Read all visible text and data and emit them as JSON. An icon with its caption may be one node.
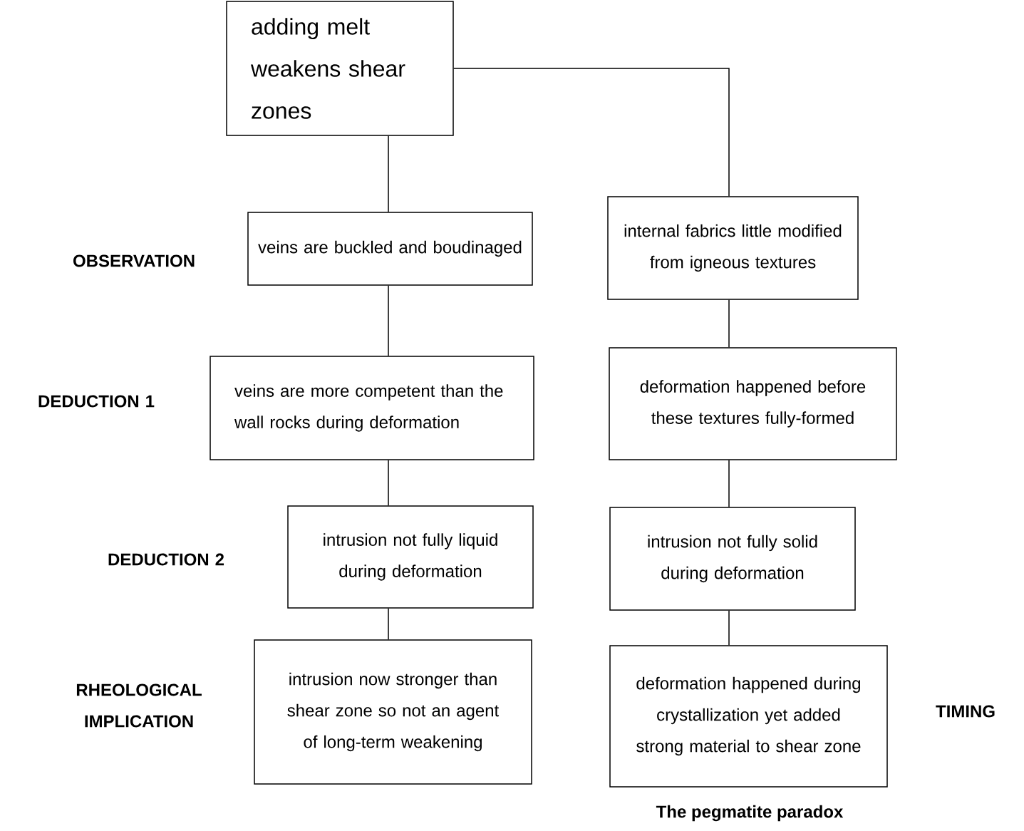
{
  "diagram": {
    "caption": "The pegmatite paradox",
    "nodes": [
      {
        "text": [
          "adding melt weakens shear zones"
        ]
      },
      {
        "text": [
          "veins are buckled and boudinaged"
        ]
      },
      {
        "text": [
          "internal fabrics little modified from igneous textures"
        ]
      },
      {
        "text": [
          "veins are more competent than the wall rocks during deformation"
        ]
      },
      {
        "text": [
          "deformation happened before these textures fully-formed"
        ]
      },
      {
        "text": [
          "intrusion not fully liquid during deformation"
        ]
      },
      {
        "text": [
          "intrusion not fully solid during deformation"
        ]
      },
      {
        "text": [
          "intrusion now stronger than shear zone so not an agent of long-term weakening"
        ]
      },
      {
        "text": [
          "deformation happened during crystallization yet added strong material to shear zone"
        ]
      }
    ],
    "edges": [
      {
        "from": 0,
        "to": 1,
        "arrow": "none"
      },
      {
        "from": 0,
        "to": 2,
        "arrow": "none"
      },
      {
        "from": 1,
        "to": 3,
        "arrow": "none"
      },
      {
        "from": 3,
        "to": 5,
        "arrow": "none"
      },
      {
        "from": 5,
        "to": 7,
        "arrow": "none"
      },
      {
        "from": 2,
        "to": 4,
        "arrow": "none"
      },
      {
        "from": 4,
        "to": 6,
        "arrow": "none"
      },
      {
        "from": 6,
        "to": 8,
        "arrow": "none"
      }
    ],
    "labels": [
      "OBSERVATION",
      "DEDUCTION 1",
      "DEDUCTION 2",
      "RHEOLOGICAL IMPLICATION",
      "TIMING"
    ]
  }
}
